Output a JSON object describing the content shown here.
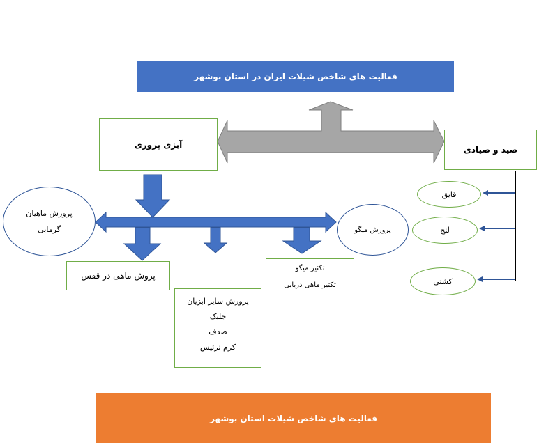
{
  "top_banner": {
    "text": "فعالیت های شاخص شیلات ایران در استان بوشهر",
    "color": "#4472c4"
  },
  "bottom_banner": {
    "text": "فعالیت های شاخص شیلات استان بوشهر",
    "color": "#ed7d31"
  },
  "aquaculture": {
    "label": "آبزی پروری"
  },
  "fishing": {
    "label": "صید و صیادی"
  },
  "warmwater_fish": {
    "line1": "پرورش ماهیان",
    "line2": "گرمابی"
  },
  "shrimp_farming": {
    "label": "پرورش میگو"
  },
  "cage_farming": {
    "label": "پروش ماهی در قفس"
  },
  "other_aquatics": {
    "title": "پرورش سایر ابزیان",
    "items": [
      "جلبک",
      "صدف",
      "کرم نرئیس"
    ]
  },
  "reproduction": {
    "line1": "تکثیر میگو",
    "line2": "تکثیر ماهی دریایی"
  },
  "vessels": {
    "boat": "قایق",
    "launch": "لنج",
    "ship": "کشتی"
  },
  "colors": {
    "arrow_blue": "#4472c4",
    "arrow_gray": "#a6a6a6",
    "box_border": "#70ad47",
    "ellipse_border": "#2f5597"
  }
}
